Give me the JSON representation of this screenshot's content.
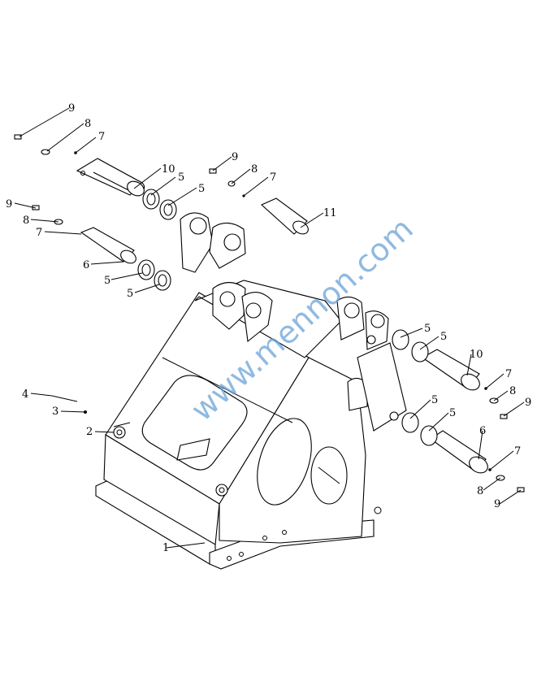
{
  "watermark": "www.mennon.com",
  "callouts": [
    "1",
    "2",
    "3",
    "4",
    "5",
    "6",
    "7",
    "8",
    "9",
    "10",
    "11"
  ],
  "colors": {
    "line": "#000000",
    "watermark": "#6aa3d8",
    "background": "#ffffff"
  }
}
